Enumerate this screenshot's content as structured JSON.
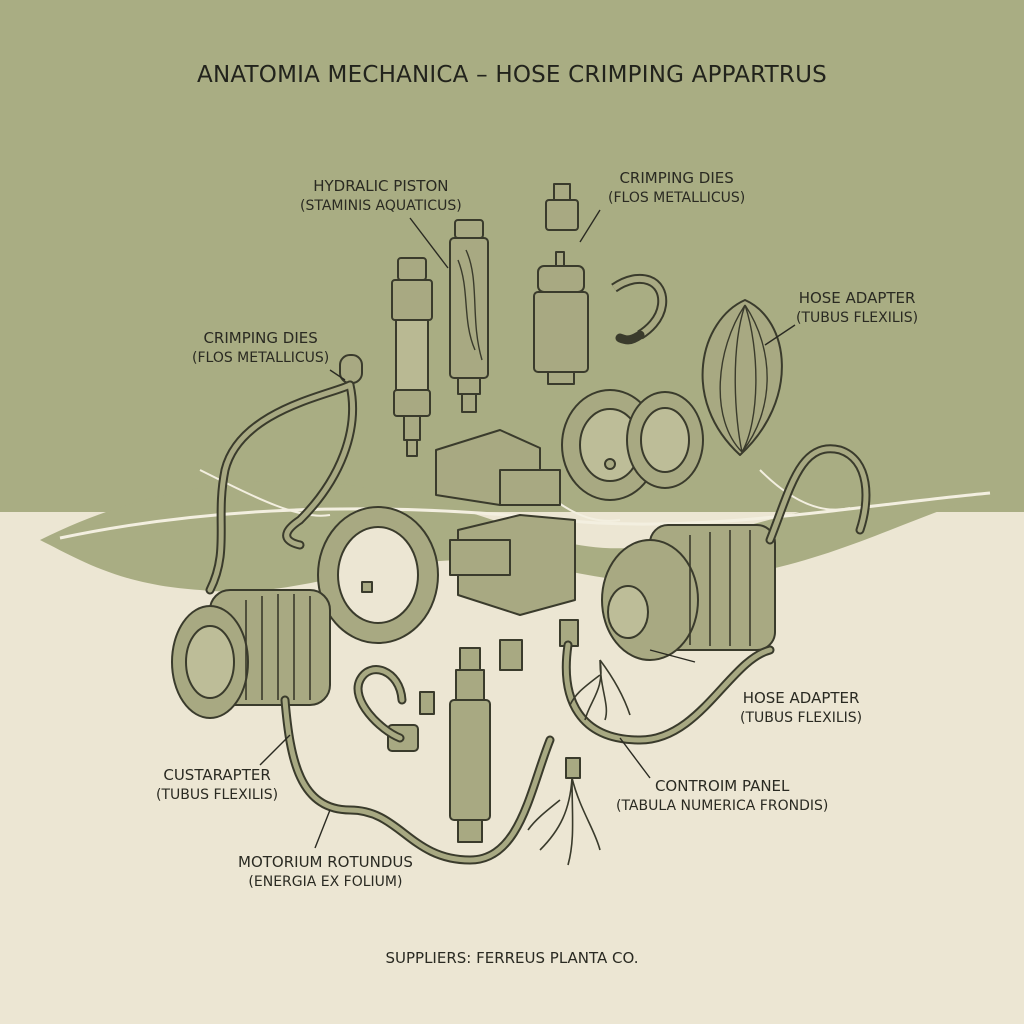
{
  "title": "ANATOMIA MECHANICA – HOSE CRIMPING APPARTRUS",
  "labels": {
    "hydraulic_piston": {
      "name": "HYDRALIC PISTON",
      "latin": "(STAMINIS AQUATICUS)"
    },
    "crimping_dies_top": {
      "name": "CRIMPING DIES",
      "latin": "(FLOS METALLICUS)"
    },
    "crimping_dies_left": {
      "name": "CRIMPING DIES",
      "latin": "(FLOS METALLICUS)"
    },
    "hose_adapter_top": {
      "name": "HOSE ADAPTER",
      "latin": "(TUBUS FLEXILIS)"
    },
    "hose_adapter_right": {
      "name": "HOSE ADAPTER",
      "latin": "(TUBUS FLEXILIS)"
    },
    "custarapter": {
      "name": "CUSTARAPTER",
      "latin": "(TUBUS FLEXILIS)"
    },
    "control_panel": {
      "name": "CONTROIM PANEL",
      "latin": "(TABULA NUMERICA FRONDIS)"
    },
    "motor": {
      "name": "MOTORIUM ROTUNDUS",
      "latin": "(ENERGIA EX FOLIUM)"
    }
  },
  "footer": "SUPPLIERS: FERREUS PLANTA CO.",
  "colors": {
    "upper_background": "#a9ad83",
    "lower_background": "#ece6d3",
    "leaf_band": "#a9ad83",
    "part_fill": "#a8a982",
    "ink": "#3a3b2c"
  }
}
